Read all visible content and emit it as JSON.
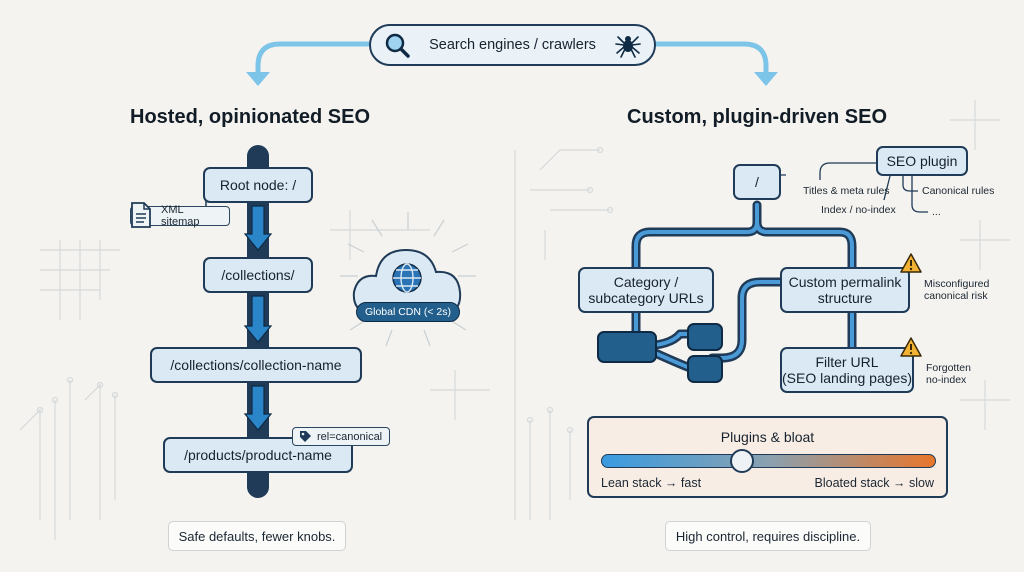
{
  "top": {
    "label": "Search engines / crawlers"
  },
  "left": {
    "title": "Hosted, opinionated SEO",
    "nodes": [
      "Root node: /",
      "/collections/",
      "/collections/collection-name",
      "/products/product-name"
    ],
    "sitemap_tag": "XML sitemap",
    "canonical_tag": "rel=canonical",
    "cdn_label": "Global CDN (< 2s)",
    "caption": "Safe defaults, fewer knobs."
  },
  "right": {
    "title": "Custom, plugin-driven SEO",
    "root_node": "/",
    "plugin_node": "SEO plugin",
    "plugin_rules": [
      "Titles & meta rules",
      "Index / no-index",
      "Canonical rules",
      "..."
    ],
    "category_node": [
      "Category /",
      "subcategory URLs"
    ],
    "permalink_node": [
      "Custom permalink",
      "structure"
    ],
    "filter_node": [
      "Filter URL",
      "(SEO landing pages)"
    ],
    "permalink_warning": [
      "Misconfigured",
      "canonical risk"
    ],
    "filter_warning": [
      "Forgotten",
      "no-index"
    ],
    "slider": {
      "title": "Plugins & bloat",
      "left_label": "Lean stack → fast",
      "right_label": "Bloated stack → slow",
      "value": 0.42
    },
    "caption": "High control, requires discipline."
  },
  "colors": {
    "navy": "#1f3b57",
    "node_fill": "#dbe9f4",
    "arrow_blue": "#7cc4e8",
    "pipe_blue": "#2a73b5",
    "warning": "#f2b233",
    "slider_start": "#3a9be0",
    "slider_end": "#e8762c",
    "panel_fill": "#f8ede4"
  },
  "icons": [
    "magnifier-icon",
    "spider-icon",
    "document-icon",
    "tag-icon",
    "globe-icon",
    "cloud-icon",
    "warning-icon"
  ]
}
